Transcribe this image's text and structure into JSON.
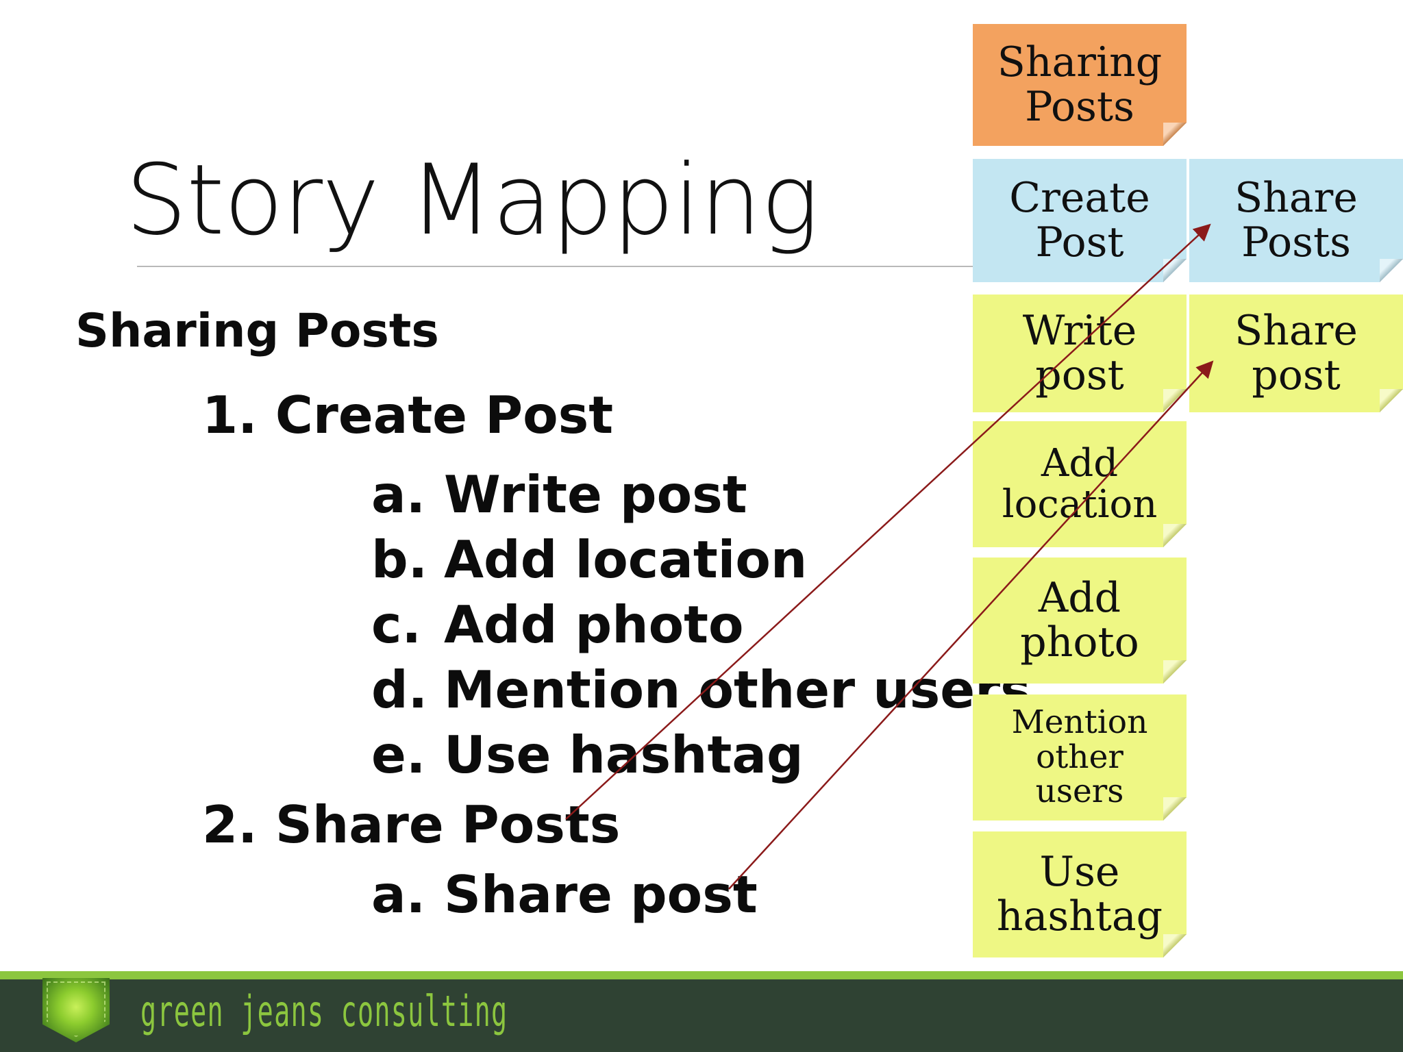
{
  "slide": {
    "title": "Story Mapping",
    "outline": {
      "heading": "Sharing Posts",
      "items": [
        {
          "number": "1.",
          "label": "Create Post"
        },
        {
          "mark": "a.",
          "label": "Write post"
        },
        {
          "mark": "b.",
          "label": "Add location"
        },
        {
          "mark": "c.",
          "label": "Add photo"
        },
        {
          "mark": "d.",
          "label": "Mention other users"
        },
        {
          "mark": "e.",
          "label": "Use hashtag"
        },
        {
          "number": "2.",
          "label": "Share Posts"
        },
        {
          "mark": "a.",
          "label": "Share post"
        }
      ]
    },
    "story_map": {
      "activity": "Sharing\nPosts",
      "tasks": [
        "Create\nPost",
        "Share\nPosts"
      ],
      "stories_col1": [
        "Write\npost",
        "Add\nlocation",
        "Add\nphoto",
        "Mention\nother\nusers",
        "Use\nhashtag"
      ],
      "stories_col2": [
        "Share\npost"
      ]
    },
    "colors": {
      "activity": "#f3a25f",
      "task": "#c3e6f2",
      "story": "#eef784",
      "arrow": "#8b1a1a",
      "footer": "#2f4233",
      "accent": "#8cc63f"
    },
    "footer": {
      "brand": "green jeans consulting"
    }
  }
}
